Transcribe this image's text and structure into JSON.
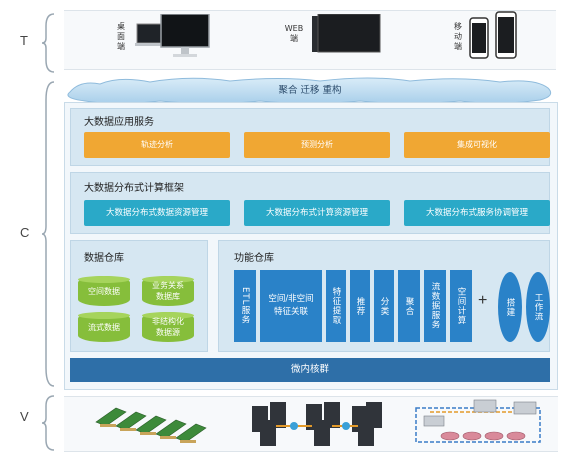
{
  "layers": {
    "t": "T",
    "c": "C",
    "v": "V"
  },
  "devices": {
    "desktop": [
      "桌",
      "面",
      "端"
    ],
    "web": [
      "WEB",
      "端"
    ],
    "mobile": [
      "移",
      "动",
      "端"
    ]
  },
  "cloud": {
    "label": "聚合  迁移  重构"
  },
  "app_services": {
    "title": "大数据应用服务",
    "items": [
      "轨迹分析",
      "预测分析",
      "集成可视化"
    ]
  },
  "compute_framework": {
    "title": "大数据分布式计算框架",
    "items": [
      "大数据分布式数据资源管理",
      "大数据分布式计算资源管理",
      "大数据分布式服务协调管理"
    ]
  },
  "data_warehouse": {
    "title": "数据仓库",
    "items": [
      {
        "line1": "空间数据",
        "line2": ""
      },
      {
        "line1": "业务关系",
        "line2": "数据库"
      },
      {
        "line1": "流式数据",
        "line2": ""
      },
      {
        "line1": "非结构化",
        "line2": "数据源"
      }
    ]
  },
  "function_warehouse": {
    "title": "功能仓库",
    "etl": "ETL服务",
    "spatial": {
      "line1": "空间/非空间",
      "line2": "特征关联"
    },
    "vertical_items": [
      "特征提取",
      "推荐",
      "分类",
      "聚合",
      "流数据服务",
      "空间计算"
    ],
    "plus": "+",
    "ellipses": [
      "搭建",
      "工作流"
    ]
  },
  "microkernel": {
    "label": "微内核群"
  },
  "colors": {
    "orange": "#f0a733",
    "teal": "#2aa9c8",
    "blue": "#2a82c8",
    "green": "#86be3b",
    "dark_blue": "#2e6fa8"
  }
}
